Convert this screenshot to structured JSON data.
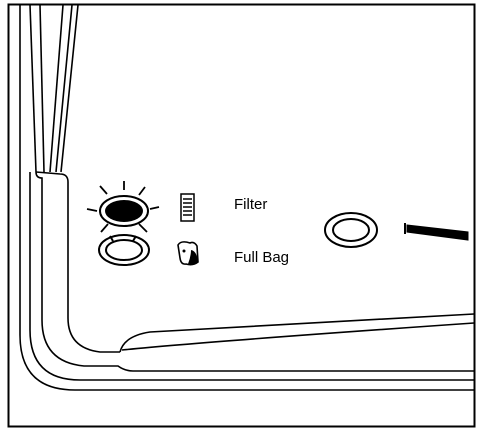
{
  "labels": {
    "filter": "Filter",
    "full_bag": "Full Bag"
  },
  "indicators": [
    {
      "name": "filter-indicator-light",
      "state": "lit",
      "icon": "filter-icon"
    },
    {
      "name": "full-bag-indicator-light",
      "state": "off",
      "icon": "full-bag-icon"
    }
  ],
  "controls": [
    {
      "name": "round-button",
      "icon": "button-icon"
    },
    {
      "name": "power-slider",
      "icon": "slider-wedge-icon"
    }
  ],
  "colors": {
    "line": "#000000",
    "background": "#ffffff"
  }
}
